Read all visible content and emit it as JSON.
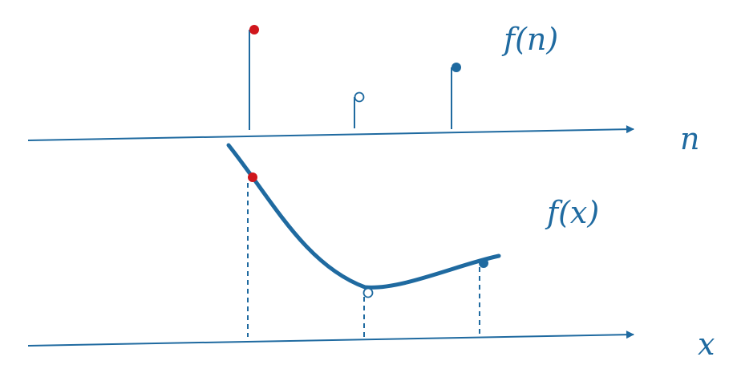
{
  "labels": {
    "fn": "f(n)",
    "n_axis": "n",
    "fx": "f(x)",
    "x_axis": "x"
  },
  "colors": {
    "line": "#1f6aa0",
    "highlight": "#d0161c",
    "background": "#ffffff"
  }
}
